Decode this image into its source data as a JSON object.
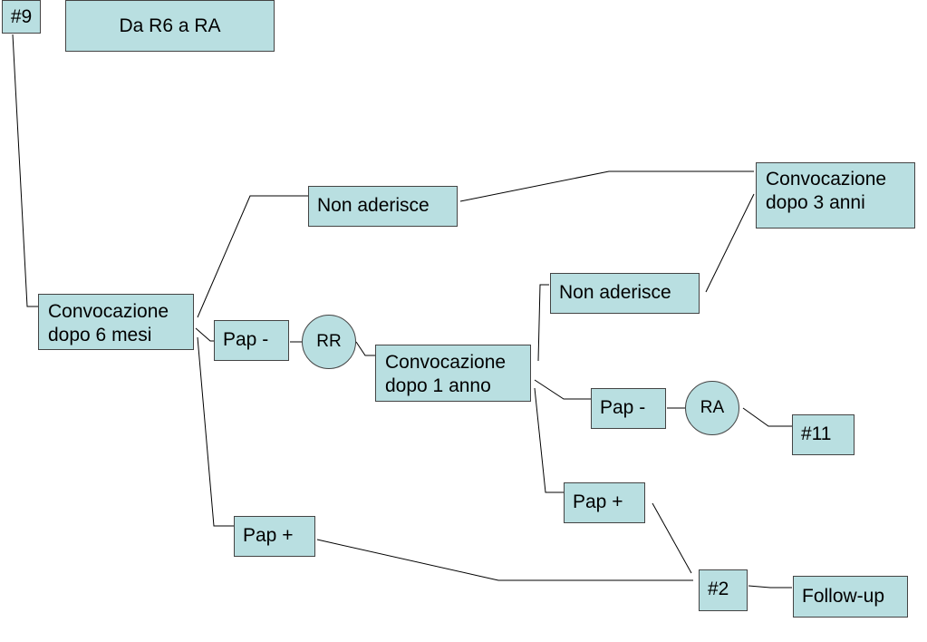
{
  "nodes": {
    "tag9": "#9",
    "title": "Da R6 a RA",
    "conv6": [
      "Convocazione",
      "dopo 6 mesi"
    ],
    "nonAderisce1": "Non aderisce",
    "papMinus1": "Pap -",
    "rr": "RR",
    "papPlus1": "Pap +",
    "conv1": [
      "Convocazione",
      "dopo 1 anno"
    ],
    "nonAderisce2": "Non aderisce",
    "conv3": [
      "Convocazione",
      "dopo 3 anni"
    ],
    "papMinus2": "Pap -",
    "ra": "RA",
    "tag11": "#11",
    "papPlus2": "Pap +",
    "tag2": "#2",
    "followup": "Follow-up"
  },
  "colors": {
    "box_fill": "#b9dfe1",
    "box_border": "#444444",
    "line": "#000000"
  }
}
